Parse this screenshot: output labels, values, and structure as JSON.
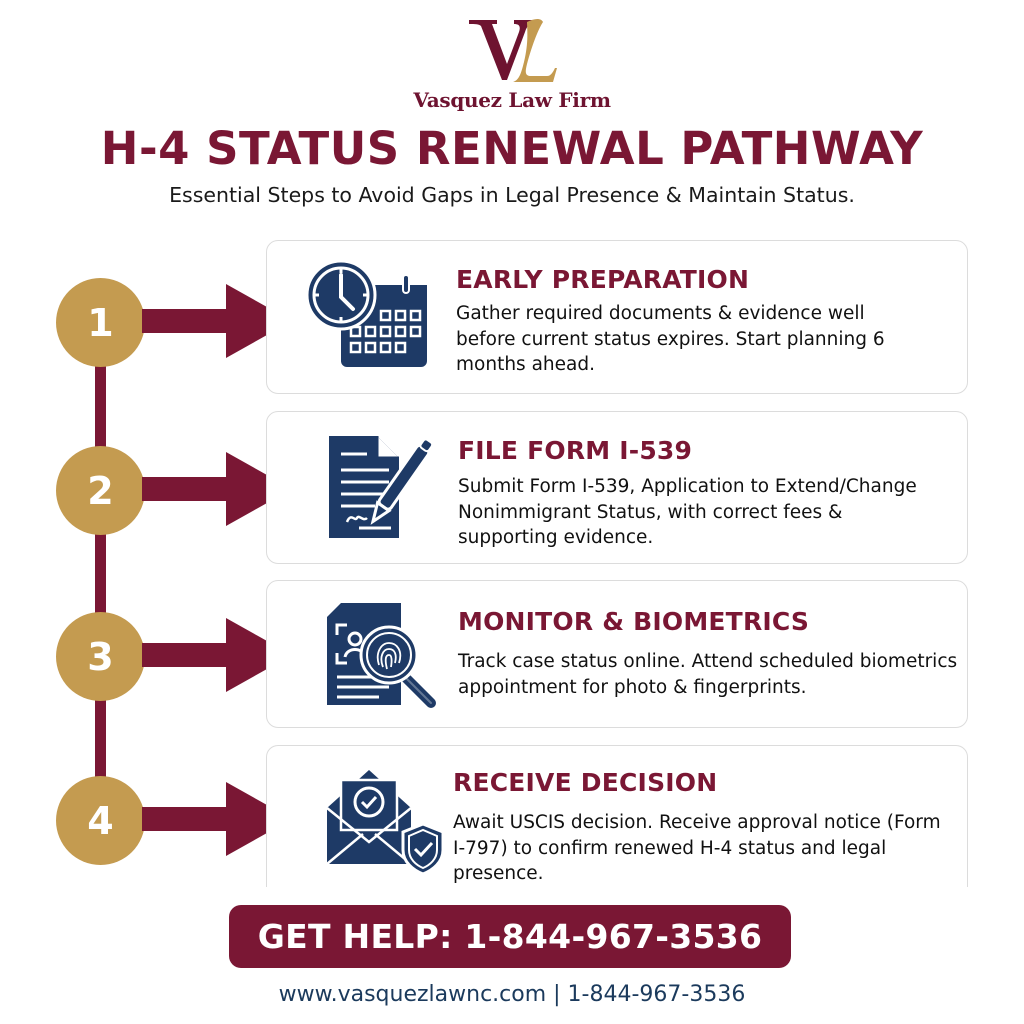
{
  "brand": {
    "logo_monogram": "VL",
    "name": "Vasquez Law Firm",
    "colors": {
      "maroon": "#7a1734",
      "gold": "#c49b50",
      "navy": "#1e3a66"
    }
  },
  "header": {
    "title": "H-4 STATUS RENEWAL PATHWAY",
    "subtitle": "Essential Steps to Avoid Gaps in Legal Presence & Maintain Status."
  },
  "steps": [
    {
      "number": "1",
      "icon": "clock-calendar-icon",
      "title": "EARLY PREPARATION",
      "description": "Gather required documents & evidence well before current status expires. Start planning 6 months ahead."
    },
    {
      "number": "2",
      "icon": "document-signature-icon",
      "title": "FILE FORM I-539",
      "description": "Submit Form I-539, Application to Extend/Change Nonimmigrant Status, with correct fees & supporting evidence."
    },
    {
      "number": "3",
      "icon": "fingerprint-search-icon",
      "title": "MONITOR & BIOMETRICS",
      "description": "Track case status online. Attend scheduled biometrics appointment for photo & fingerprints."
    },
    {
      "number": "4",
      "icon": "envelope-shield-check-icon",
      "title": "RECEIVE DECISION",
      "description": "Await USCIS decision. Receive approval notice (Form I-797) to confirm renewed H-4 status and legal presence."
    }
  ],
  "cta": {
    "label": "GET HELP: 1-844-967-3536"
  },
  "footer": {
    "text": "www.vasquezlawnc.com | 1-844-967-3536"
  }
}
